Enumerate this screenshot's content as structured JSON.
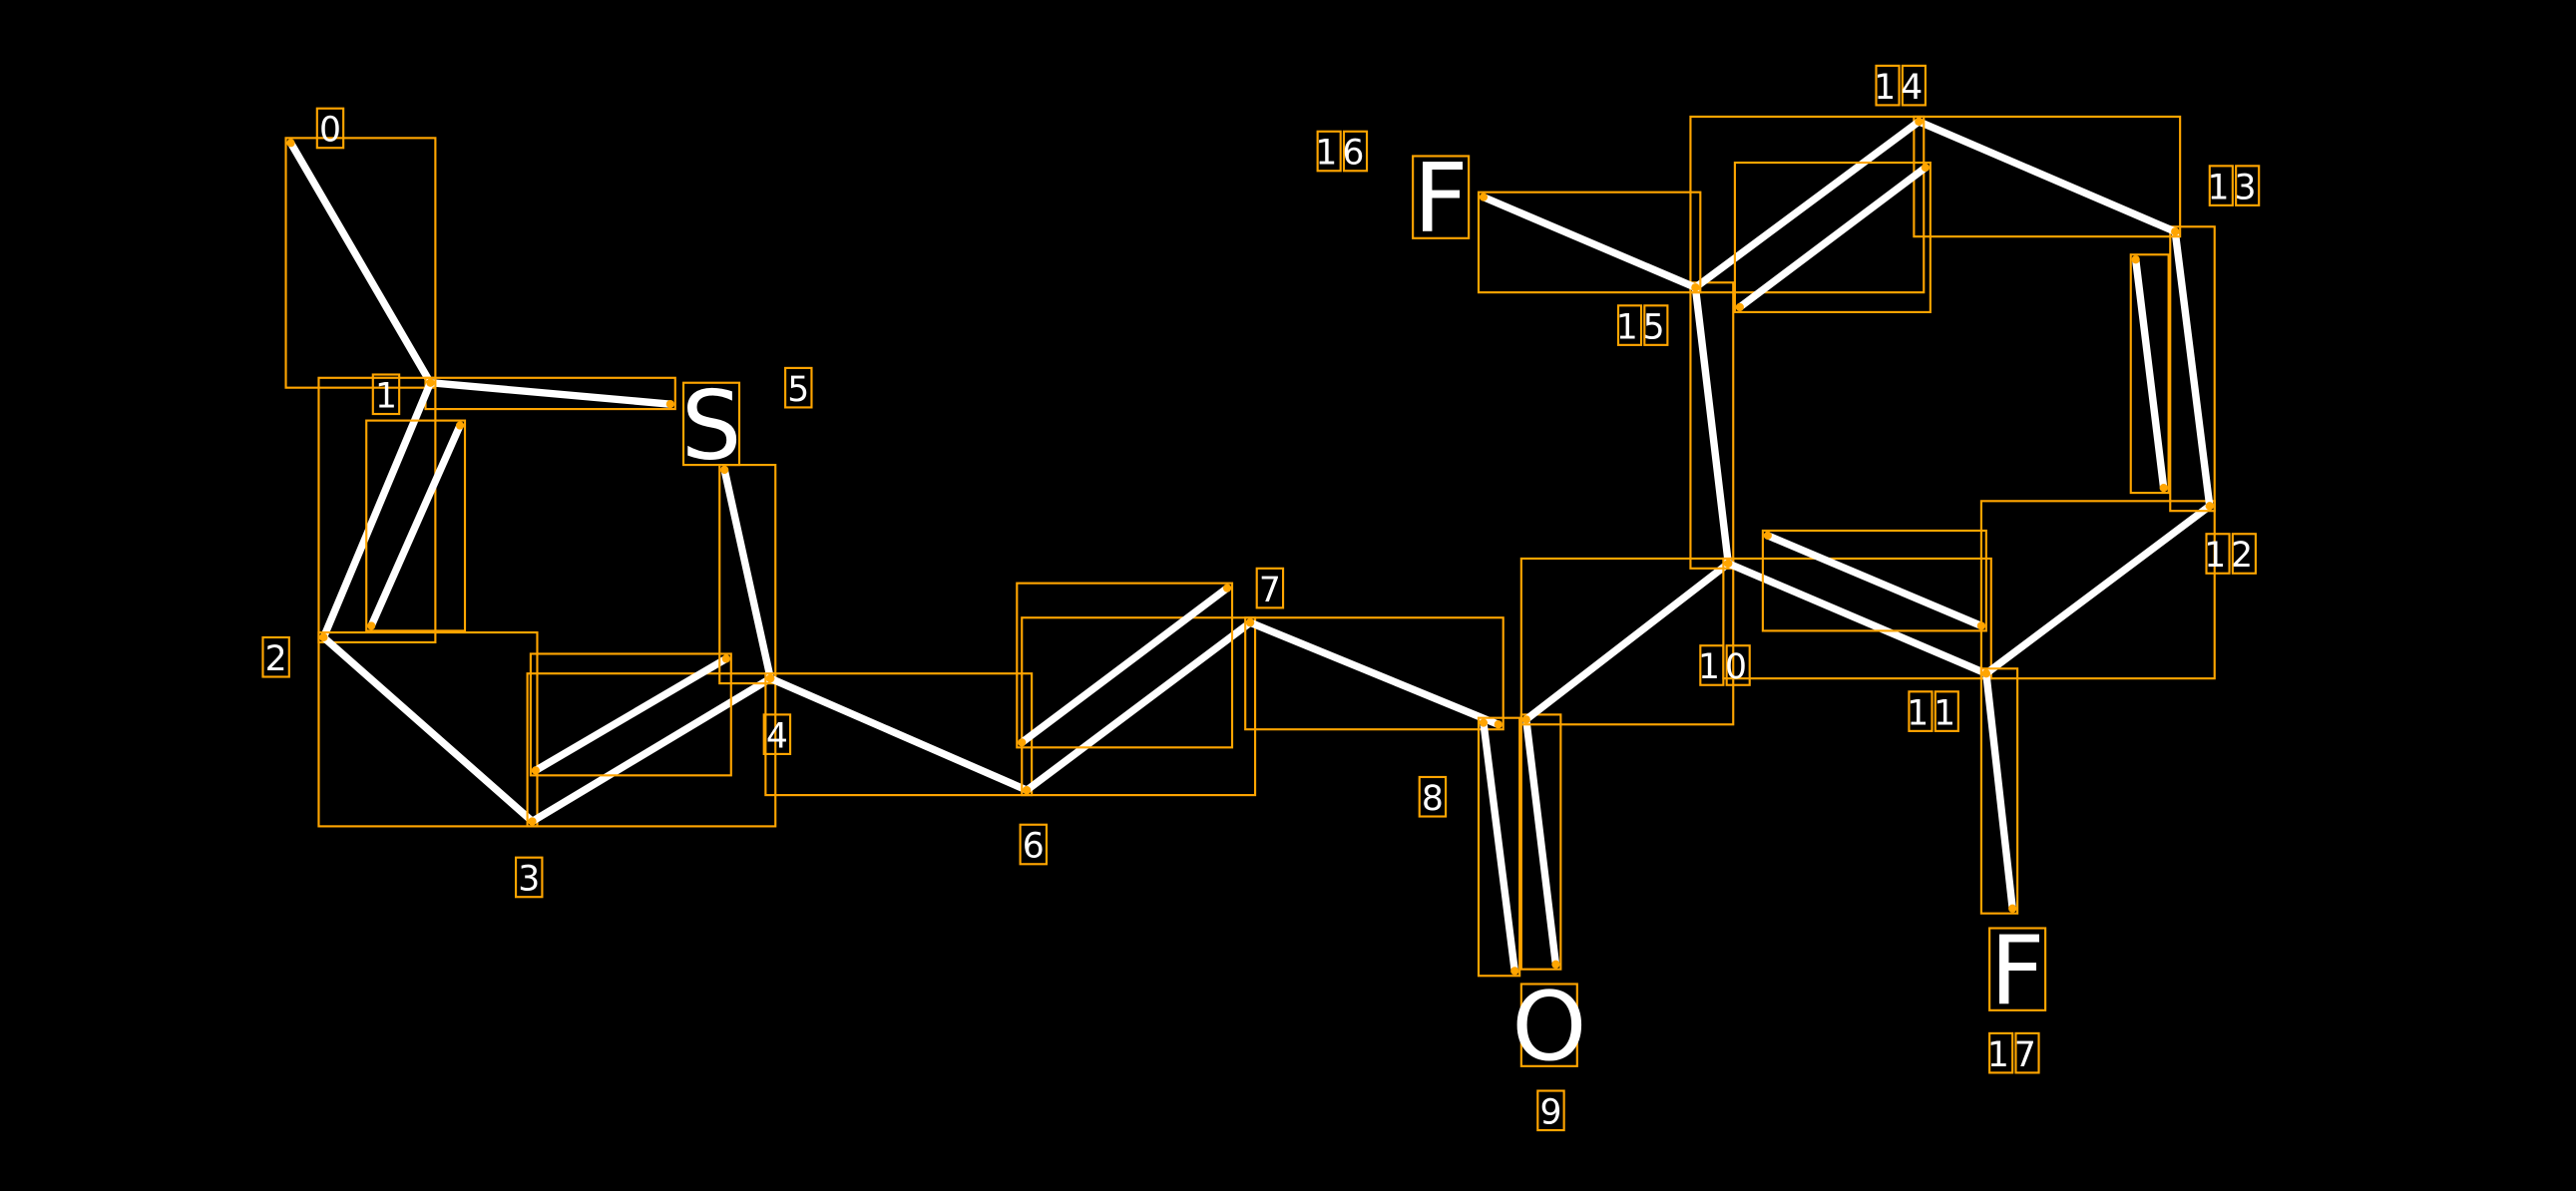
{
  "diagram": {
    "type": "molecule",
    "colors": {
      "background": "#000000",
      "bond": "#ffffff",
      "box": "#ffa500"
    },
    "atoms": [
      {
        "index": "0",
        "symbol": ""
      },
      {
        "index": "1",
        "symbol": ""
      },
      {
        "index": "2",
        "symbol": ""
      },
      {
        "index": "3",
        "symbol": ""
      },
      {
        "index": "4",
        "symbol": ""
      },
      {
        "index": "5",
        "symbol": "S"
      },
      {
        "index": "6",
        "symbol": ""
      },
      {
        "index": "7",
        "symbol": ""
      },
      {
        "index": "8",
        "symbol": ""
      },
      {
        "index": "9",
        "symbol": "O"
      },
      {
        "index": "10",
        "symbol": ""
      },
      {
        "index": "11",
        "symbol": ""
      },
      {
        "index": "12",
        "symbol": ""
      },
      {
        "index": "13",
        "symbol": ""
      },
      {
        "index": "14",
        "symbol": ""
      },
      {
        "index": "15",
        "symbol": ""
      },
      {
        "index": "16",
        "symbol": "F"
      },
      {
        "index": "17",
        "symbol": "F"
      }
    ],
    "bonds": [
      {
        "from": 0,
        "to": 1,
        "order": 1
      },
      {
        "from": 1,
        "to": 5,
        "order": 1
      },
      {
        "from": 1,
        "to": 2,
        "order": 2
      },
      {
        "from": 2,
        "to": 3,
        "order": 1
      },
      {
        "from": 3,
        "to": 4,
        "order": 2
      },
      {
        "from": 5,
        "to": 4,
        "order": 1
      },
      {
        "from": 4,
        "to": 6,
        "order": 1
      },
      {
        "from": 6,
        "to": 7,
        "order": 2
      },
      {
        "from": 7,
        "to": 8,
        "order": 1
      },
      {
        "from": 8,
        "to": 9,
        "order": 2
      },
      {
        "from": 8,
        "to": 10,
        "order": 1
      },
      {
        "from": 10,
        "to": 15,
        "order": 1
      },
      {
        "from": 10,
        "to": 11,
        "order": 2
      },
      {
        "from": 11,
        "to": 12,
        "order": 1
      },
      {
        "from": 12,
        "to": 13,
        "order": 2
      },
      {
        "from": 13,
        "to": 14,
        "order": 1
      },
      {
        "from": 14,
        "to": 15,
        "order": 2
      },
      {
        "from": 15,
        "to": 16,
        "order": 1
      },
      {
        "from": 11,
        "to": 17,
        "order": 1
      }
    ]
  }
}
